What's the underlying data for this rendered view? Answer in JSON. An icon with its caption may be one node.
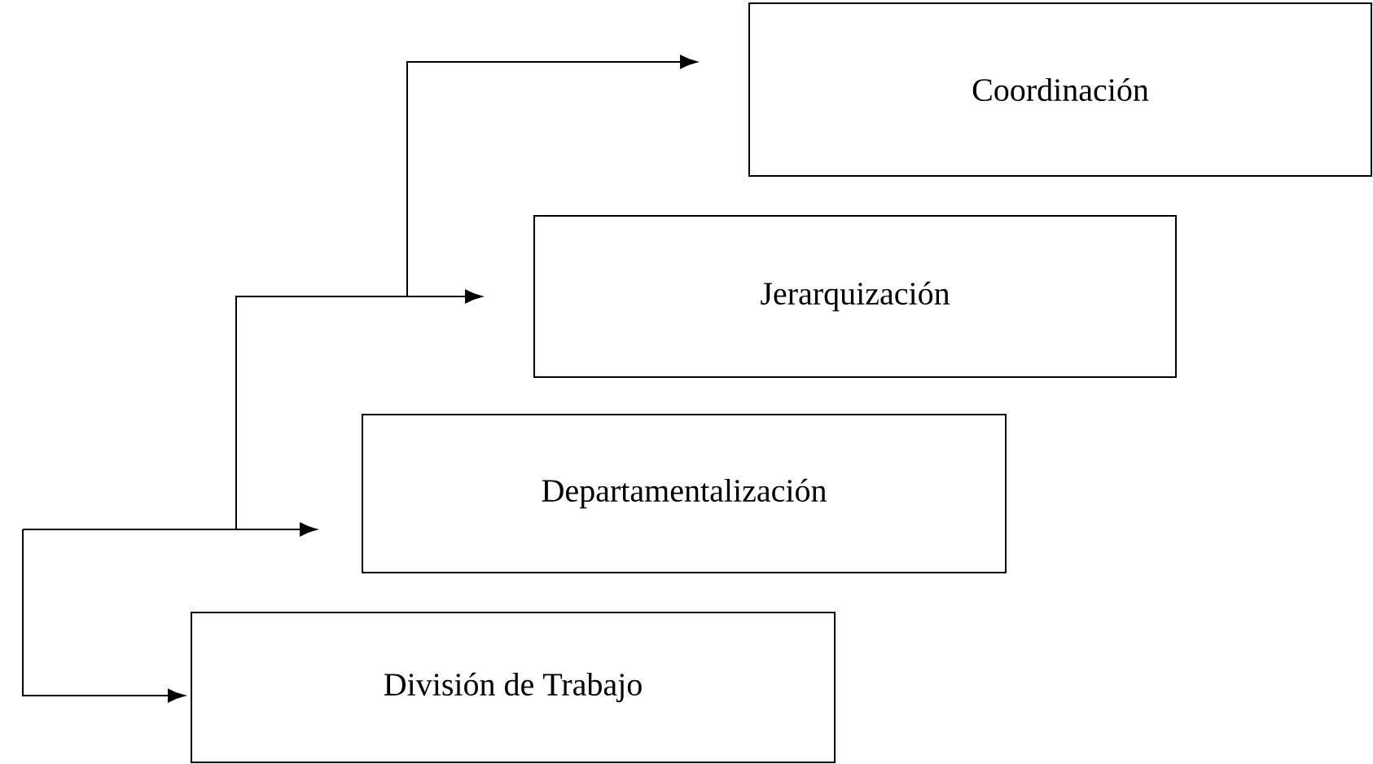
{
  "diagram": {
    "nodes": [
      {
        "text": [
          "Coordinación"
        ]
      },
      {
        "text": [
          "Jerarquización"
        ]
      },
      {
        "text": [
          "Departamentalización"
        ]
      },
      {
        "text": [
          "División de Trabajo"
        ]
      }
    ],
    "edges": [
      {
        "from": null,
        "to": 0,
        "arrow": "to"
      },
      {
        "from": null,
        "to": 1,
        "arrow": "to"
      },
      {
        "from": null,
        "to": 2,
        "arrow": "to"
      },
      {
        "from": null,
        "to": 3,
        "arrow": "to"
      }
    ]
  }
}
